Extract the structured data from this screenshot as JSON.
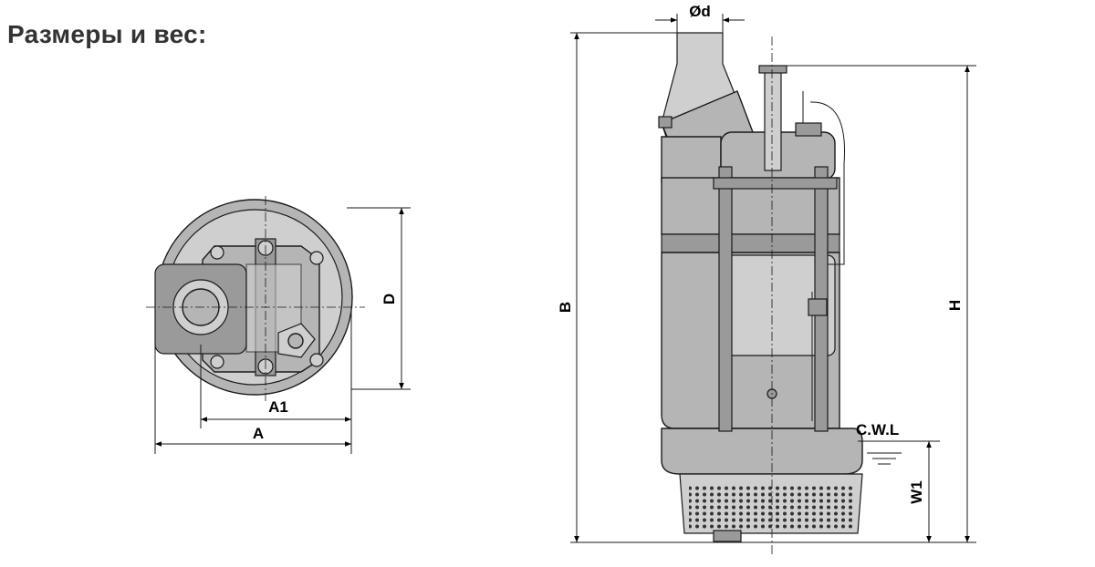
{
  "heading": "Размеры и вес:",
  "labels": {
    "d": "Ød",
    "A": "A",
    "A1": "A1",
    "D": "D",
    "B": "B",
    "H": "H",
    "W1": "W1",
    "cwl": "C.W.L"
  }
}
